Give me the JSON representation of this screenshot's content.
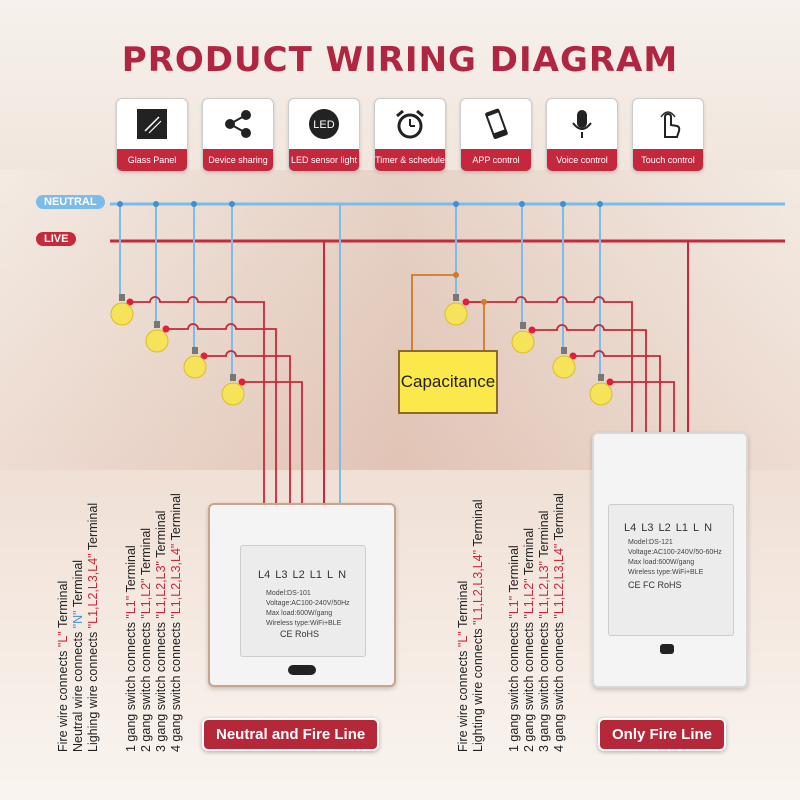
{
  "title": "PRODUCT WIRING DIAGRAM",
  "features": [
    {
      "label": "Glass Panel",
      "icon": "glass-panel-icon"
    },
    {
      "label": "Device sharing",
      "icon": "share-icon"
    },
    {
      "label": "LED sensor light",
      "icon": "led-icon",
      "icon_text": "LED"
    },
    {
      "label": "Timer & schedule",
      "icon": "alarm-clock-icon"
    },
    {
      "label": "APP control",
      "icon": "phone-icon"
    },
    {
      "label": "Voice control",
      "icon": "microphone-icon"
    },
    {
      "label": "Touch control",
      "icon": "touch-hand-icon"
    }
  ],
  "buses": {
    "neutral": "NEUTRAL",
    "live": "LIVE"
  },
  "capacitance": "Capacitance",
  "left_switch": {
    "terminals": [
      "L4",
      "L3",
      "L2",
      "L1",
      "L",
      "N"
    ],
    "model": "Model:DS-101",
    "voltage": "Voltage:AC100-240V/50Hz",
    "load": "Max load:600W/gang",
    "wireless": "Wireless type:WiFi+BLE",
    "certs": "CE RoHS"
  },
  "right_switch": {
    "terminals": [
      "L4",
      "L3",
      "L2",
      "L1",
      "L",
      "N"
    ],
    "model": "Model:DS-121",
    "voltage": "Voltage:AC100-240V/50-60Hz",
    "load": "Max load:600W/gang",
    "wireless": "Wireless type:WiFi+BLE",
    "certs": "CE FC RoHS"
  },
  "left_notes": {
    "fire": {
      "pre": "Fire wire connects  ",
      "q": "\"L\"",
      "post": " Terminal"
    },
    "neutral": {
      "pre": "Neutral wire connects  ",
      "q": "\"N\"",
      "post": " Terminal"
    },
    "lighting": {
      "pre": "Lighing wire connects  ",
      "q": "\"L1,L2,L3,L4\"",
      "post": " Terminal"
    },
    "g1": {
      "pre": "1 gang switch connects  ",
      "q": "\"L1\"",
      "post": " Terminal"
    },
    "g2": {
      "pre": "2 gang switch connects  ",
      "q": "\"L1,L2\"",
      "post": " Terminal"
    },
    "g3": {
      "pre": "3 gang switch connects  ",
      "q": "\"L1,L2,L3\"",
      "post": " Terminal"
    },
    "g4": {
      "pre": "4 gang switch connects  ",
      "q": "\"L1,L2,L3,L4\"",
      "post": " Terminal"
    }
  },
  "right_notes": {
    "fire": {
      "pre": "Fire wire connects  ",
      "q": "\"L\"",
      "post": " Terminal"
    },
    "lighting": {
      "pre": "Lighting wire connects  ",
      "q": "\"L1,L2,L3,L4\"",
      "post": " Terminal"
    },
    "g1": {
      "pre": "1 gang switch connects  ",
      "q": "\"L1\"",
      "post": " Terminal"
    },
    "g2": {
      "pre": "2 gang switch connects  ",
      "q": "\"L1,L2\"",
      "post": " Terminal"
    },
    "g3": {
      "pre": "3 gang switch connects  ",
      "q": "\"L1,L2,L3\"",
      "post": " Terminal"
    },
    "g4": {
      "pre": "4 gang switch connects  ",
      "q": "\"L1,L2,L3,L4\"",
      "post": " Terminal"
    }
  },
  "buttons": {
    "left": "Neutral and Fire Line",
    "right": "Only Fire Line"
  },
  "colors": {
    "title": "#b0253f",
    "live": "#c42a3a",
    "neutral": "#7cbce8",
    "accent": "#c5283d"
  }
}
